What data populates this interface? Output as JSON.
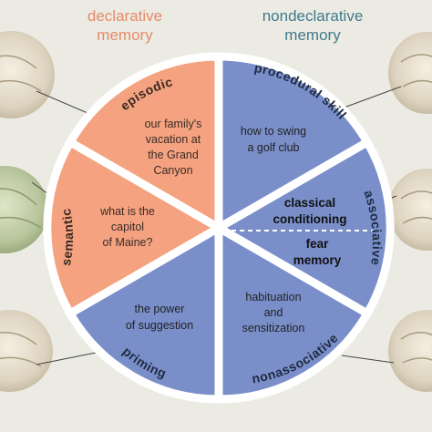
{
  "headings": {
    "declarative": [
      "declarative",
      "memory"
    ],
    "nondeclarative": [
      "nondeclarative",
      "memory"
    ]
  },
  "categories": {
    "episodic": "episodic",
    "semantic": "semantic",
    "priming": "priming",
    "procedural": "procedural skill",
    "associative": "associative",
    "nonassociative": "nonassociative"
  },
  "examples": {
    "episodic": [
      "our family's",
      "vacation at",
      "the Grand",
      "Canyon"
    ],
    "semantic": [
      "what is the",
      "capitol",
      "of Maine?"
    ],
    "priming": [
      "the power",
      "of suggestion"
    ],
    "procedural": [
      "how to swing",
      "a golf club"
    ],
    "classical": [
      "classical",
      "conditioning"
    ],
    "fear": [
      "fear",
      "memory"
    ],
    "nonassociative": [
      "habituation",
      "and",
      "sensitization"
    ]
  },
  "colors": {
    "declarative": "#f4a27f",
    "nondeclarative": "#7a8fca",
    "background": "#ecebe3"
  }
}
